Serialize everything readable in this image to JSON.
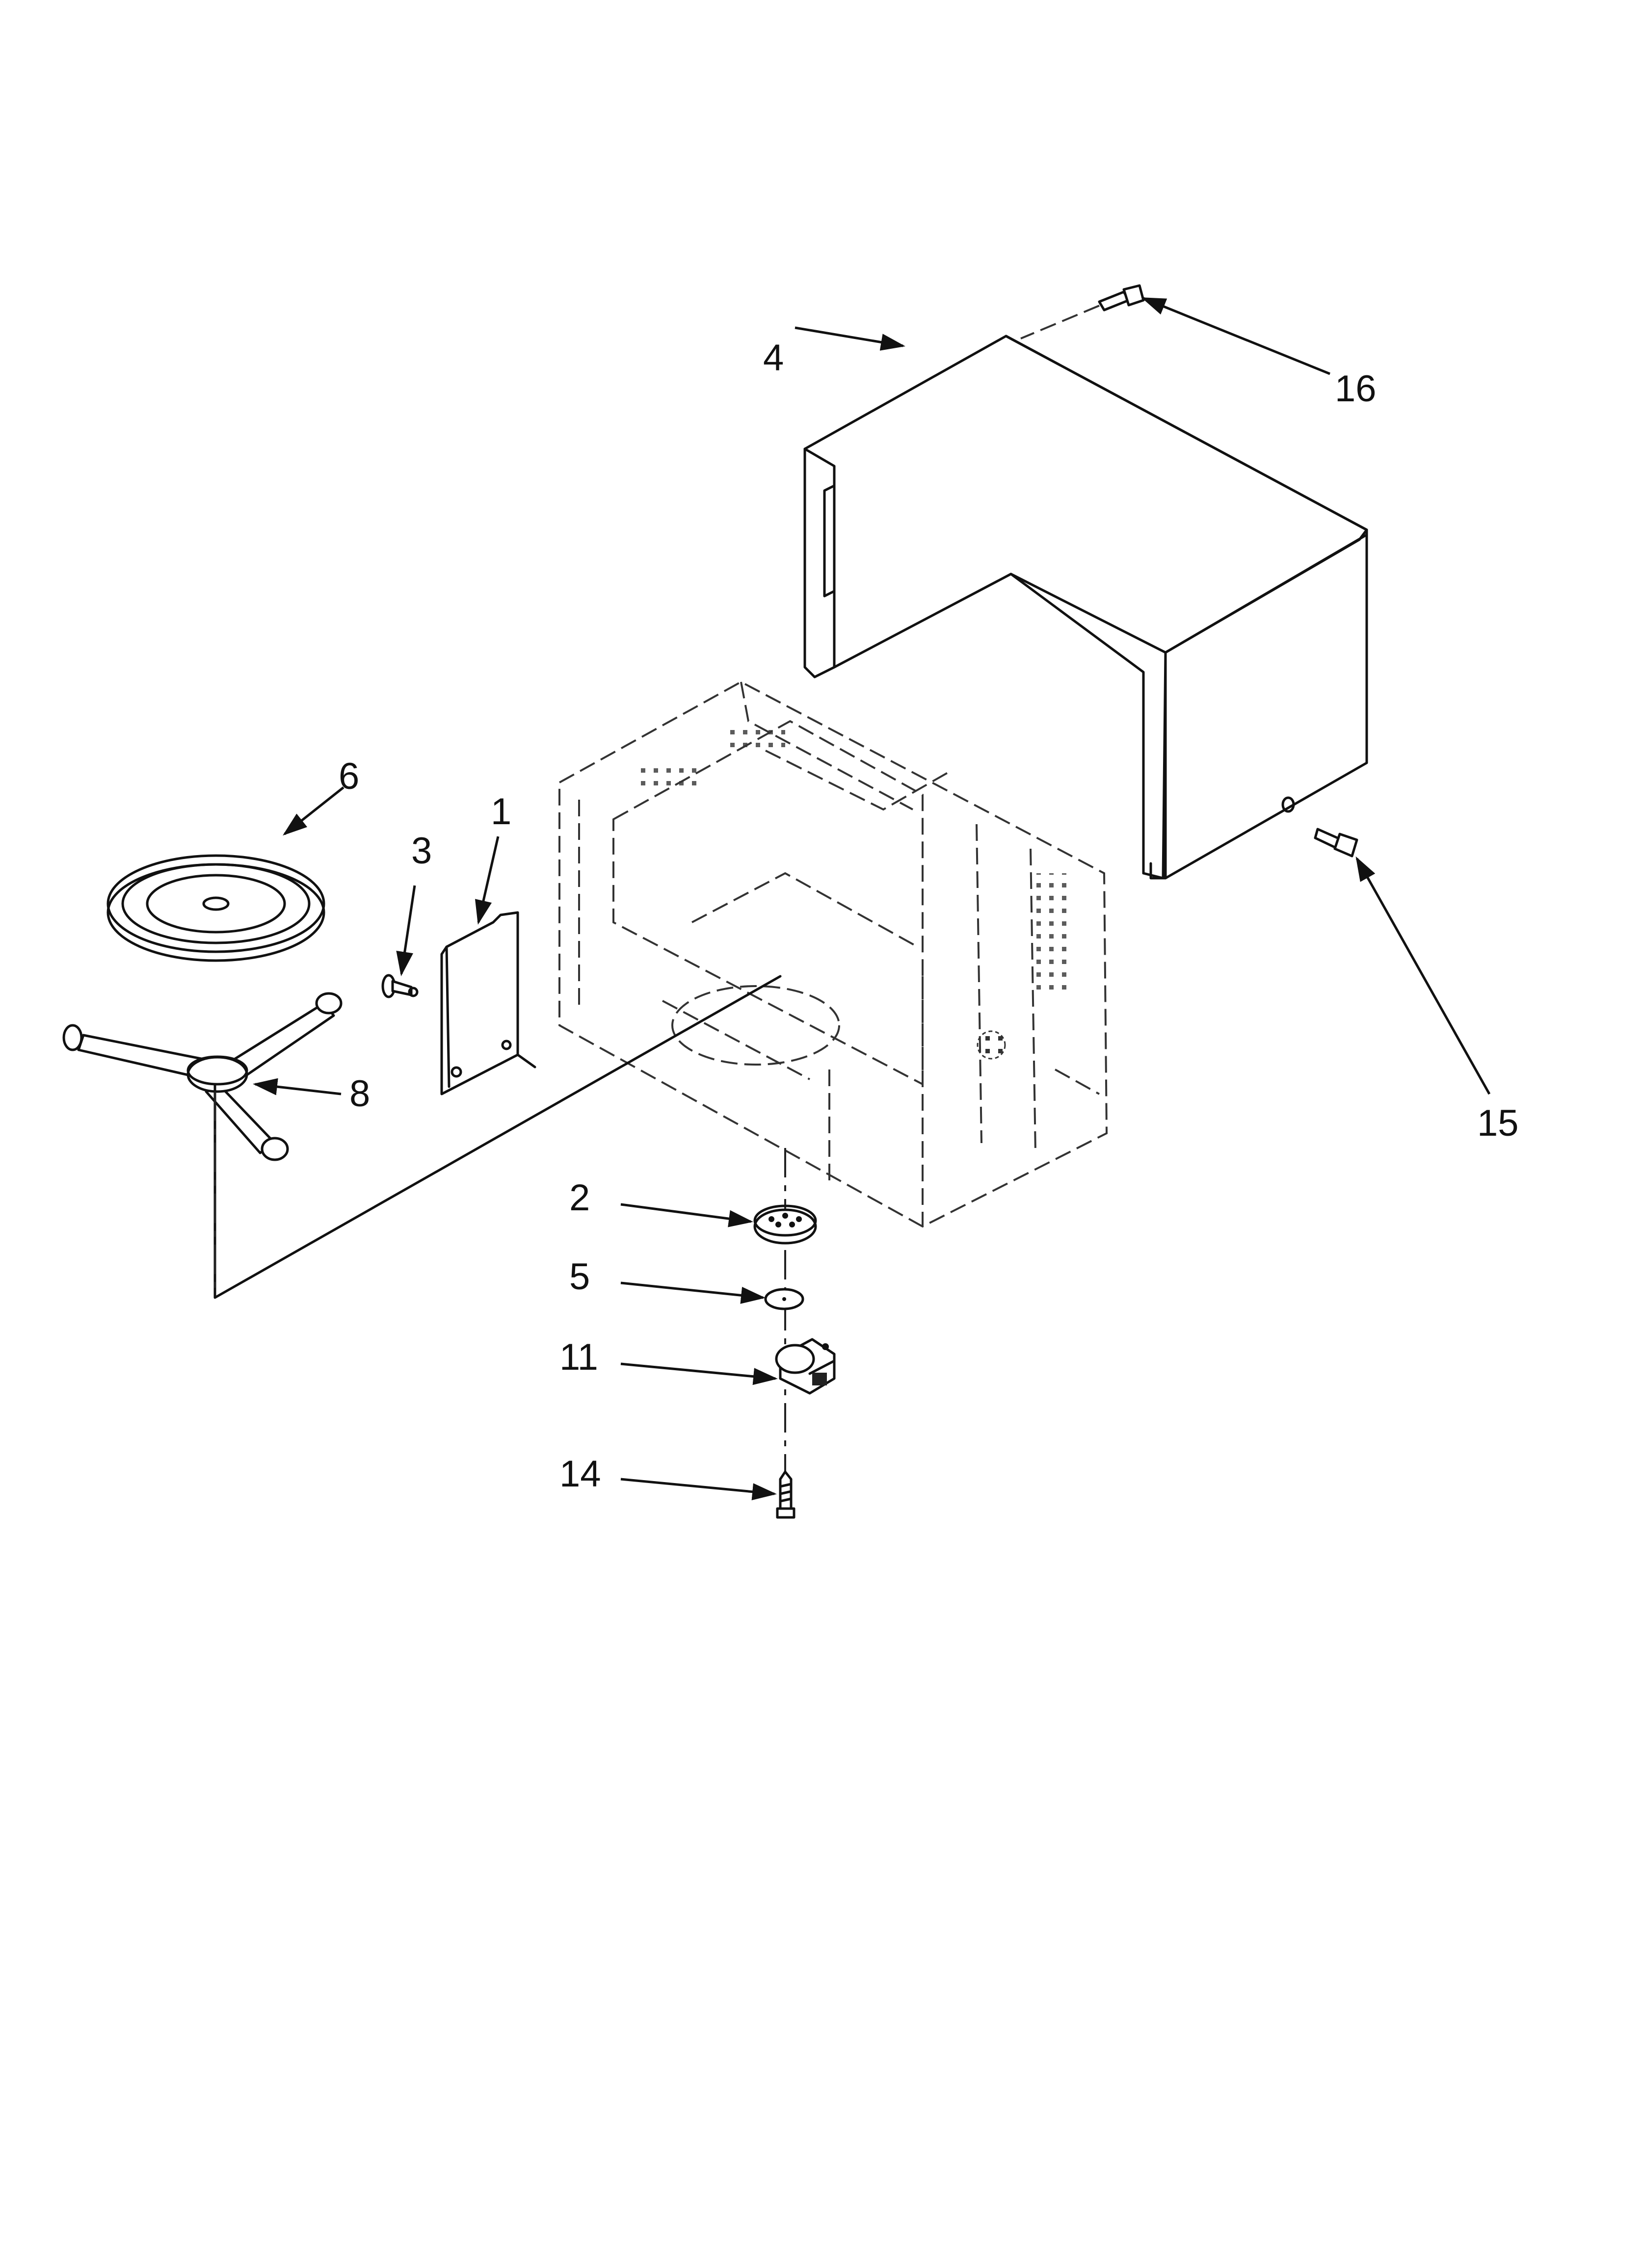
{
  "callouts": {
    "part_1": "1",
    "part_2": "2",
    "part_3": "3",
    "part_4": "4",
    "part_5": "5",
    "part_6": "6",
    "part_8": "8",
    "part_11": "11",
    "part_14": "14",
    "part_15": "15",
    "part_16": "16"
  },
  "colors": {
    "line": "#111111",
    "background": "#ffffff"
  }
}
